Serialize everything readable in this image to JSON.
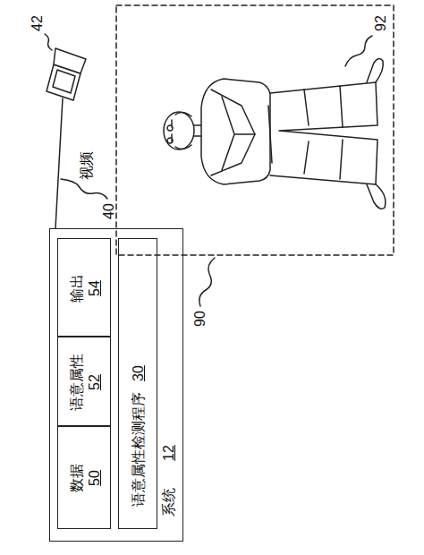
{
  "diagram": {
    "nodes": [
      {
        "text": [
          "系统",
          "12"
        ]
      },
      {
        "text": [
          "语意属性检测程序",
          "30"
        ],
        "in": 0
      },
      {
        "text": [
          "数据",
          "50"
        ],
        "in": 0
      },
      {
        "text": [
          "语意属性",
          "52"
        ],
        "in": 0
      },
      {
        "text": [
          "输出",
          "54"
        ],
        "in": 0
      }
    ],
    "labels": [
      "42",
      "视频",
      "40",
      "92",
      "90"
    ]
  }
}
